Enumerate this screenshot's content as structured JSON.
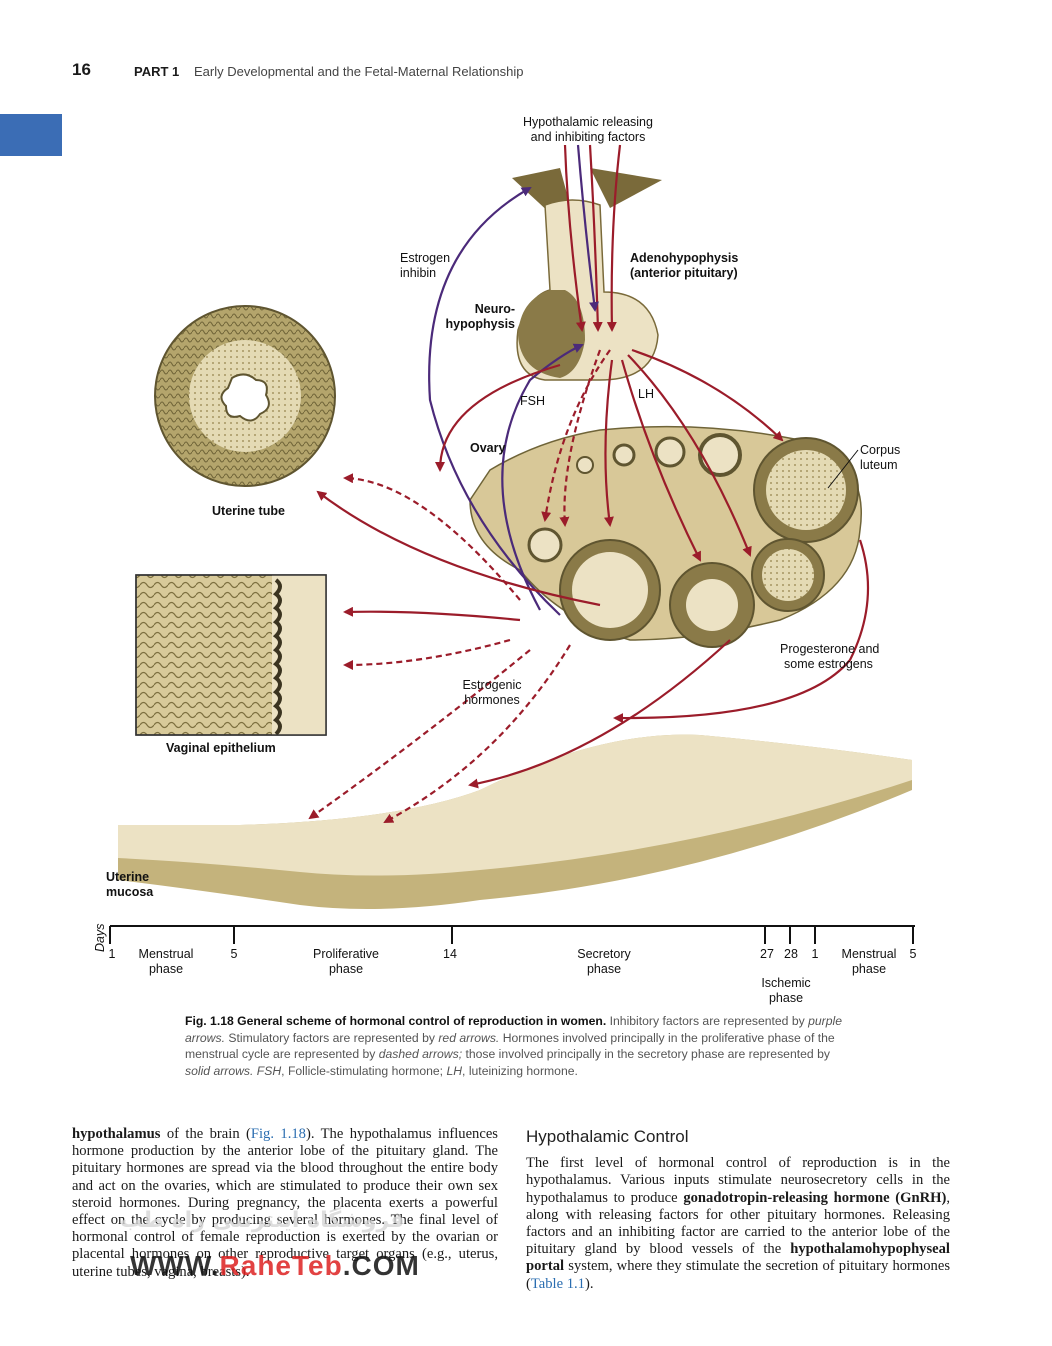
{
  "header": {
    "page_number": "16",
    "part": "PART 1",
    "title": "Early Developmental and the Fetal-Maternal Relationship"
  },
  "figure": {
    "labels": {
      "hypothalamic_1": "Hypothalamic releasing",
      "hypothalamic_2": "and inhibiting factors",
      "estrogen": "Estrogen",
      "inhibin": "inhibin",
      "adeno_1": "Adenohypophysis",
      "adeno_2": "(anterior pituitary)",
      "neuro_1": "Neuro-",
      "neuro_2": "hypophysis",
      "fsh": "FSH",
      "lh": "LH",
      "ovary": "Ovary",
      "corpus_1": "Corpus",
      "corpus_2": "luteum",
      "uterine_tube": "Uterine tube",
      "vaginal": "Vaginal epithelium",
      "progesterone_1": "Progesterone and",
      "progesterone_2": "some estrogens",
      "estrogenic_1": "Estrogenic",
      "estrogenic_2": "hormones",
      "mucosa_1": "Uterine",
      "mucosa_2": "mucosa"
    },
    "timeline": {
      "axis_label": "Days",
      "ticks": [
        "1",
        "5",
        "14",
        "27",
        "28",
        "1",
        "5"
      ],
      "phases": {
        "menstrual_a_1": "Menstrual",
        "menstrual_a_2": "phase",
        "proliferative_1": "Proliferative",
        "proliferative_2": "phase",
        "secretory_1": "Secretory",
        "secretory_2": "phase",
        "ischemic_1": "Ischemic",
        "ischemic_2": "phase",
        "menstrual_b_1": "Menstrual",
        "menstrual_b_2": "phase"
      }
    },
    "caption": {
      "label": "Fig. 1.18",
      "title": "General scheme of hormonal control of reproduction in women.",
      "t1": " Inhibitory factors are represented by ",
      "t1i": "purple arrows.",
      "t2": " Stimulatory factors are represented by ",
      "t2i": "red arrows.",
      "t3": " Hormones involved principally in the proliferative phase of the menstrual cycle are represented by ",
      "t3i": "dashed arrows;",
      "t4": " those involved principally in the secretory phase are represented by ",
      "t4i": "solid arrows.",
      "t5i": "FSH",
      "t5": ", Follicle-stimulating hormone; ",
      "t6i": "LH",
      "t6": ", luteinizing hormone."
    }
  },
  "body_left": {
    "bold_start": "hypothalamus",
    "t1": " of the brain (",
    "link1": "Fig. 1.18",
    "t2": "). The hypothalamus influences hormone production by the anterior lobe of the pituitary gland. The pituitary hormones are spread via the blood throughout the entire body and act on the ovaries, which are stimulated to produce their own sex steroid hormones. During pregnancy, the placenta exerts a powerful effect on the cycle by producing several hormones. The final level of hormonal control of female reproduction is exerted by the ovarian or placental hormones on other reproductive target organs (e.g., uterus, uterine tubes, vagina, breasts)."
  },
  "body_right": {
    "heading": "Hypothalamic Control",
    "t1": "The first level of hormonal control of reproduction is in the hypothalamus. Various inputs stimulate neurosecretory cells in the hypothalamus to produce ",
    "b1": "gonadotropin-releasing hormone (GnRH)",
    "t2": ", along with releasing factors for other pituitary hormones. Releasing factors and an inhibiting factor are carried to the anterior lobe of the pituitary gland by blood vessels of the ",
    "b2": "hypothalamohypophyseal portal",
    "t3": " system, where they stimulate the secretion of pituitary hormones (",
    "link": "Table 1.1",
    "t4": ")."
  },
  "watermark": {
    "latin_a": "WWW.",
    "latin_b": "RaheTeb",
    "latin_c": ".COM",
    "persian": "فروشگاه اینترنتی راه طب"
  },
  "colors": {
    "accent_blue": "#3b6db5",
    "stim_red": "#9b1c2a",
    "inhib_purple": "#4b2a7a",
    "tissue_tan": "#c9b98a",
    "tissue_light": "#ece2c4"
  }
}
